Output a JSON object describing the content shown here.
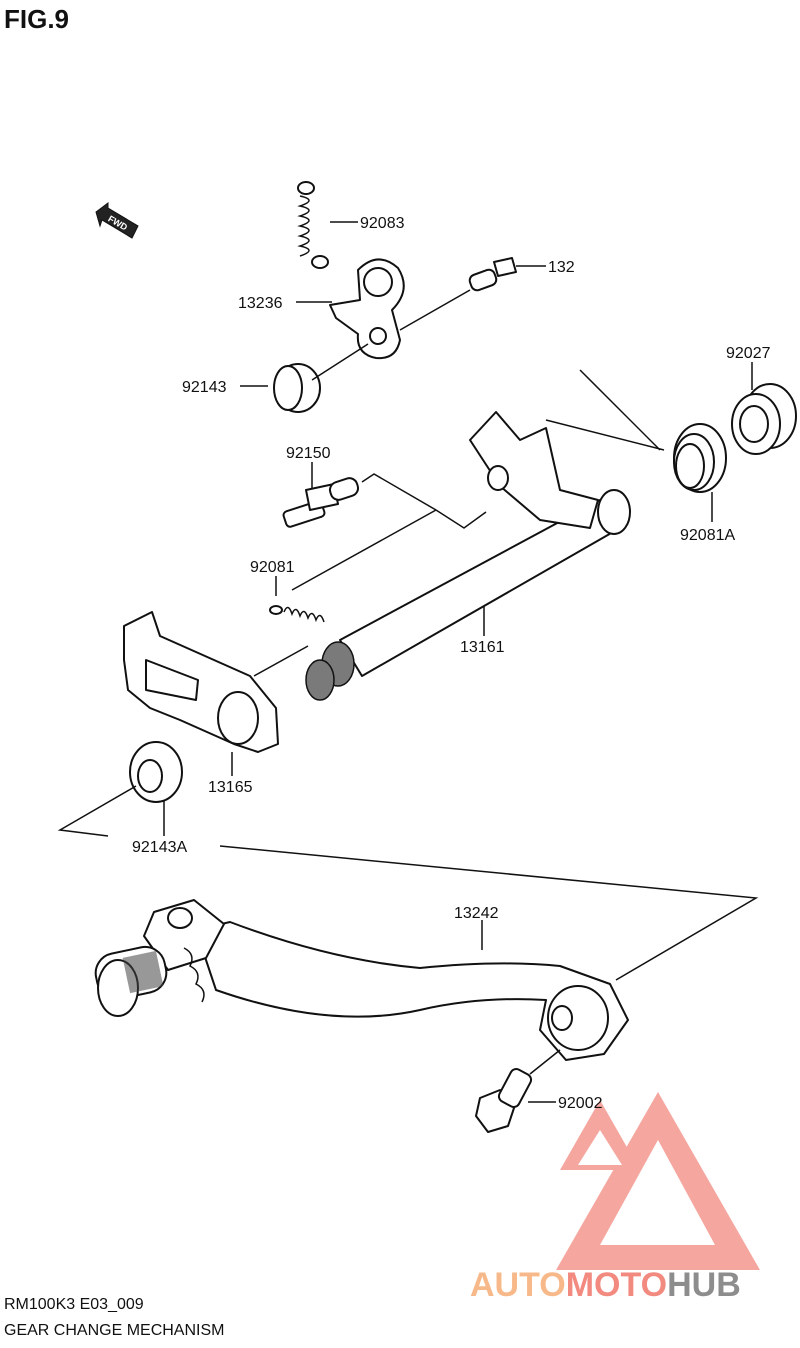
{
  "figure_title": "FIG.9",
  "fwd_label": "FWD",
  "parts": [
    {
      "id": "p92083",
      "label": "92083"
    },
    {
      "id": "p132",
      "label": "132"
    },
    {
      "id": "p13236",
      "label": "13236"
    },
    {
      "id": "p92143",
      "label": "92143"
    },
    {
      "id": "p92027",
      "label": "92027"
    },
    {
      "id": "p92150",
      "label": "92150"
    },
    {
      "id": "p92081a",
      "label": "92081A"
    },
    {
      "id": "p92081",
      "label": "92081"
    },
    {
      "id": "p13161",
      "label": "13161"
    },
    {
      "id": "p13165",
      "label": "13165"
    },
    {
      "id": "p92143a",
      "label": "92143A"
    },
    {
      "id": "p13242",
      "label": "13242"
    },
    {
      "id": "p92002",
      "label": "92002"
    }
  ],
  "model_code": "RM100K3 E03_009",
  "section_name": "GEAR CHANGE MECHANISM",
  "watermark": {
    "part1": "AUTO",
    "part2": "MOTO",
    "part3": "HUB",
    "color1": "#f7b98a",
    "color2": "#f28a80",
    "color3": "#8d8d8d"
  }
}
